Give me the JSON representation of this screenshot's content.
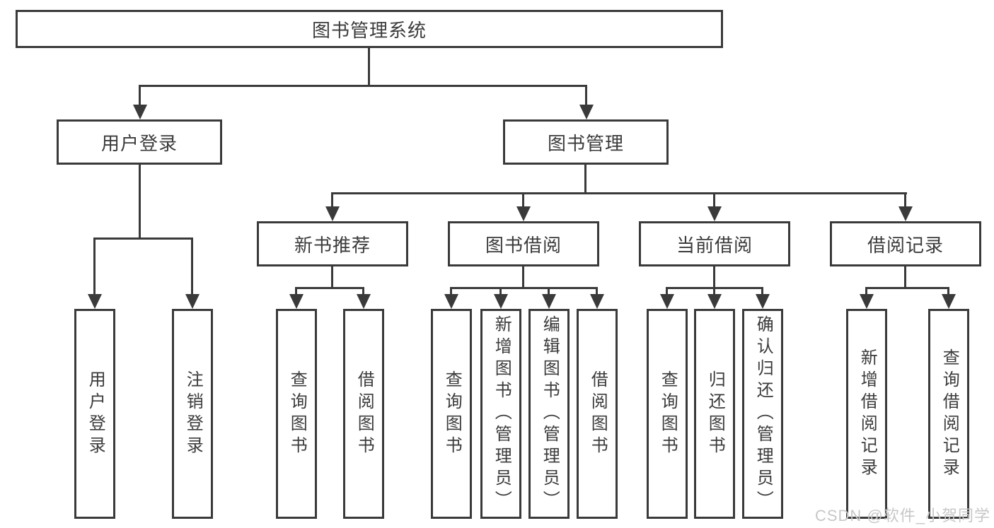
{
  "diagram": {
    "colors": {
      "line": "#3a3a3a",
      "text": "#3b3b3b",
      "background": "#ffffff",
      "watermark": "#c7c7c7"
    },
    "tree": {
      "label": "图书管理系统",
      "children": [
        {
          "label": "用户登录",
          "children": [
            {
              "label": "用户登录"
            },
            {
              "label": "注销登录"
            }
          ]
        },
        {
          "label": "图书管理",
          "children": [
            {
              "label": "新书推荐",
              "children": [
                {
                  "label": "查询图书"
                },
                {
                  "label": "借阅图书"
                }
              ]
            },
            {
              "label": "图书借阅",
              "children": [
                {
                  "label": "查询图书"
                },
                {
                  "label": "新增图书（管理员）"
                },
                {
                  "label": "编辑图书（管理员）"
                },
                {
                  "label": "借阅图书"
                }
              ]
            },
            {
              "label": "当前借阅",
              "children": [
                {
                  "label": "查询图书"
                },
                {
                  "label": "归还图书"
                },
                {
                  "label": "确认归还（管理员）"
                }
              ]
            },
            {
              "label": "借阅记录",
              "children": [
                {
                  "label": "新增借阅记录"
                },
                {
                  "label": "查询借阅记录"
                }
              ]
            }
          ]
        }
      ]
    },
    "watermark": "CSDN @软件_小贺同学"
  }
}
